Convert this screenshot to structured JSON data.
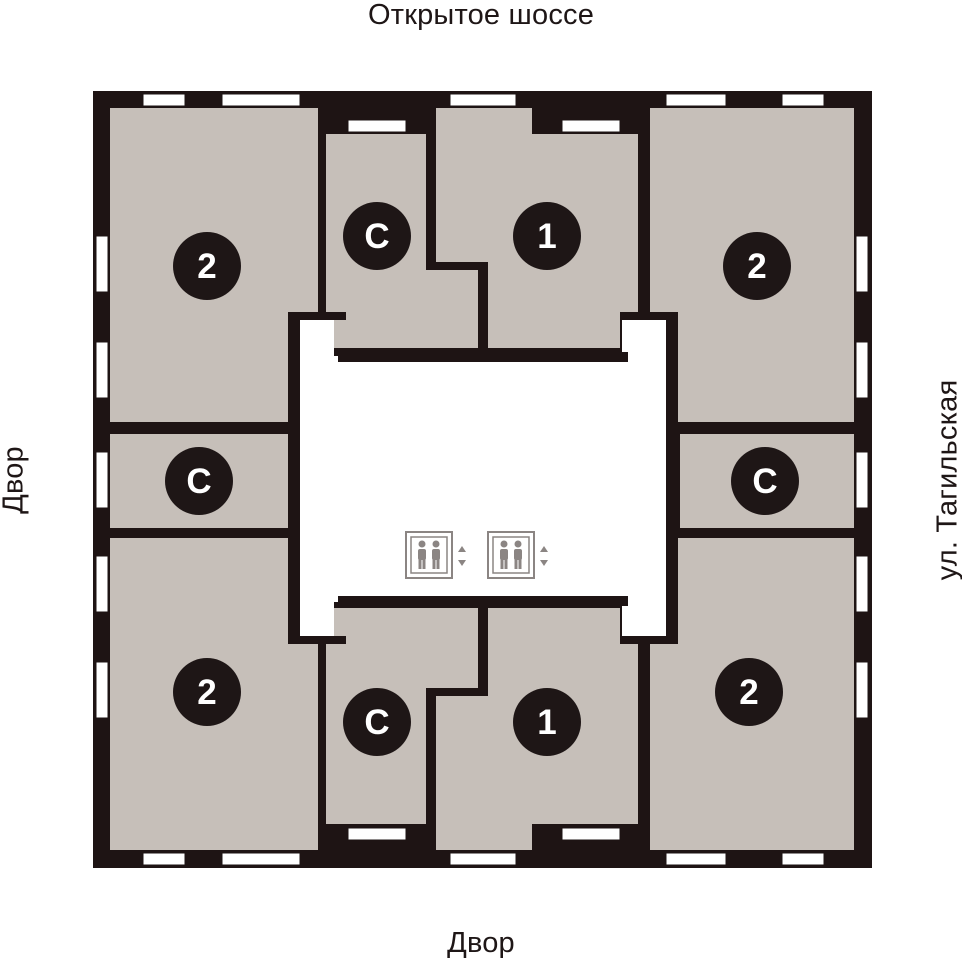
{
  "streets": {
    "top": "Открытое шоссе",
    "bottom": "Двор",
    "left": "Двор",
    "right": "ул. Тагильская"
  },
  "apartments": [
    {
      "id": "apt-top-left",
      "label": "2"
    },
    {
      "id": "apt-top-studio",
      "label": "С"
    },
    {
      "id": "apt-top-one",
      "label": "1"
    },
    {
      "id": "apt-top-right",
      "label": "2"
    },
    {
      "id": "apt-left-studio",
      "label": "С"
    },
    {
      "id": "apt-right-studio",
      "label": "С"
    },
    {
      "id": "apt-bottom-left",
      "label": "2"
    },
    {
      "id": "apt-bottom-studio",
      "label": "С"
    },
    {
      "id": "apt-bottom-one",
      "label": "1"
    },
    {
      "id": "apt-bottom-right",
      "label": "2"
    }
  ],
  "icons": [
    "elevator-icon",
    "elevator-icon"
  ],
  "colors": {
    "wall": "#1e1414",
    "apartment_fill": "#c6bfb9",
    "badge": "#1e1616",
    "hall": "#ffffff",
    "window": "#ffffff"
  }
}
